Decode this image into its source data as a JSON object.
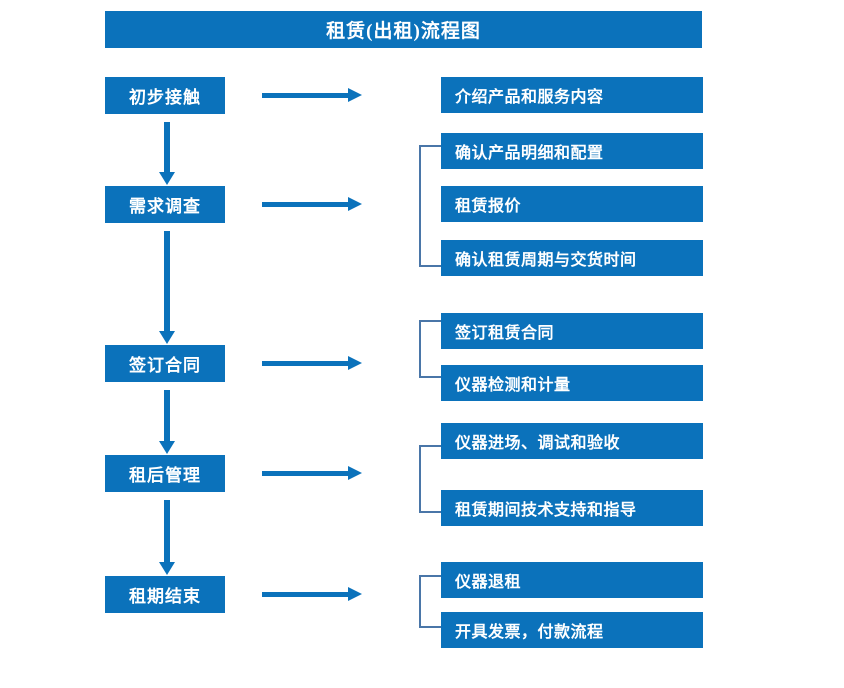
{
  "diagram": {
    "title": "租赁(出租)流程图",
    "colors": {
      "box_fill": "#0b72bb",
      "box_text": "#ffffff",
      "arrow": "#0b72bb",
      "bracket": "#4a76a8",
      "background": "#ffffff"
    },
    "stages": [
      {
        "id": "stage-1",
        "label": "初步接触"
      },
      {
        "id": "stage-2",
        "label": "需求调查"
      },
      {
        "id": "stage-3",
        "label": "签订合同"
      },
      {
        "id": "stage-4",
        "label": "租后管理"
      },
      {
        "id": "stage-5",
        "label": "租期结束"
      }
    ],
    "details": [
      {
        "id": "detail-1-1",
        "label": "介绍产品和服务内容"
      },
      {
        "id": "detail-2-1",
        "label": "确认产品明细和配置"
      },
      {
        "id": "detail-2-2",
        "label": "租赁报价"
      },
      {
        "id": "detail-2-3",
        "label": "确认租赁周期与交货时间"
      },
      {
        "id": "detail-3-1",
        "label": "签订租赁合同"
      },
      {
        "id": "detail-3-2",
        "label": "仪器检测和计量"
      },
      {
        "id": "detail-4-1",
        "label": "仪器进场、调试和验收"
      },
      {
        "id": "detail-4-2",
        "label": "租赁期间技术支持和指导"
      },
      {
        "id": "detail-5-1",
        "label": "仪器退租"
      },
      {
        "id": "detail-5-2",
        "label": "开具发票，付款流程"
      }
    ]
  }
}
